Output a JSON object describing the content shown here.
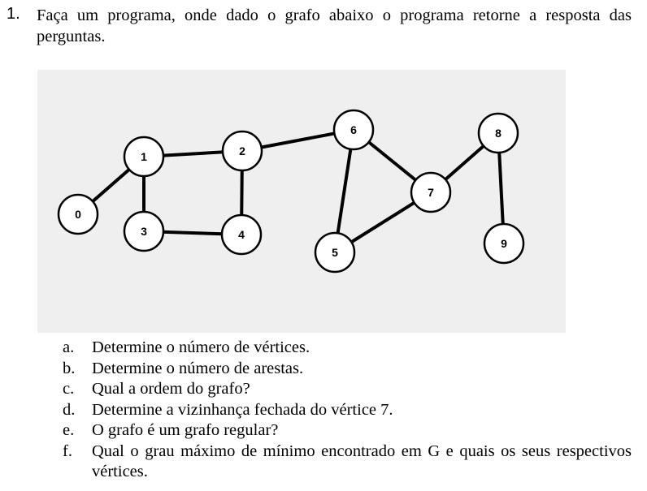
{
  "question": {
    "number": "1.",
    "text": "Faça um programa, onde dado o grafo abaixo o programa retorne a resposta das perguntas."
  },
  "graph": {
    "nodes": [
      {
        "id": "0",
        "label": "0"
      },
      {
        "id": "1",
        "label": "1"
      },
      {
        "id": "2",
        "label": "2"
      },
      {
        "id": "3",
        "label": "3"
      },
      {
        "id": "4",
        "label": "4"
      },
      {
        "id": "5",
        "label": "5"
      },
      {
        "id": "6",
        "label": "6"
      },
      {
        "id": "7",
        "label": "7"
      },
      {
        "id": "8",
        "label": "8"
      },
      {
        "id": "9",
        "label": "9"
      }
    ],
    "edges": [
      [
        "0",
        "1"
      ],
      [
        "1",
        "2"
      ],
      [
        "1",
        "3"
      ],
      [
        "2",
        "4"
      ],
      [
        "3",
        "4"
      ],
      [
        "2",
        "6"
      ],
      [
        "6",
        "5"
      ],
      [
        "6",
        "7"
      ],
      [
        "5",
        "7"
      ],
      [
        "7",
        "8"
      ],
      [
        "8",
        "9"
      ]
    ]
  },
  "items": [
    {
      "letter": "a.",
      "text": "Determine o número de vértices."
    },
    {
      "letter": "b.",
      "text": "Determine o número de arestas."
    },
    {
      "letter": "c.",
      "text": "Qual a ordem do grafo?"
    },
    {
      "letter": "d.",
      "text": "Determine a vizinhança fechada do vértice 7."
    },
    {
      "letter": "e.",
      "text": "O grafo é um grafo regular?"
    },
    {
      "letter": "f.",
      "text": "Qual o grau máximo de mínimo encontrado em G e quais os seus respectivos vértices."
    }
  ]
}
